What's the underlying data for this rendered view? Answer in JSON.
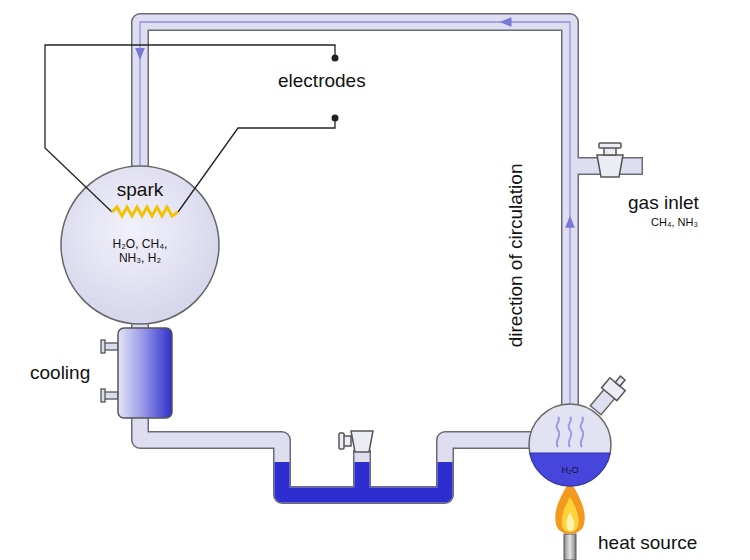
{
  "diagram": {
    "nodes": [
      {
        "text": [
          "spark",
          "H₂O, CH₄, NH₃, H₂"
        ]
      },
      {
        "text": [
          "H₂O"
        ]
      }
    ],
    "edges": [
      {
        "from": 1,
        "to": 0,
        "arrow": "to"
      },
      {
        "from": 0,
        "to": 1,
        "arrow": "none"
      }
    ],
    "labels": [
      "electrodes",
      "cooling",
      "direction of circulation",
      "gas inlet",
      "CH₄, NH₃",
      "heat source"
    ]
  }
}
